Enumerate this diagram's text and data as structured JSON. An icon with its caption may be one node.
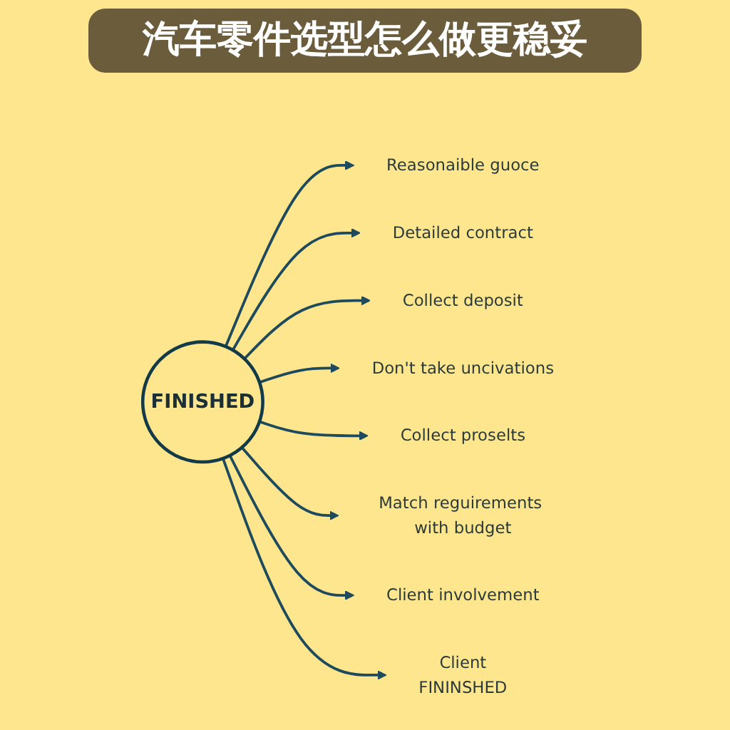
{
  "diagram": {
    "title": "汽车零件选型怎么做更稳妥",
    "nodes": [
      {
        "text": [
          "FINISHED"
        ]
      },
      {
        "text": [
          "Reasonaible guoce"
        ]
      },
      {
        "text": [
          "Detailed contract"
        ]
      },
      {
        "text": [
          "Collect deposit"
        ]
      },
      {
        "text": [
          "Don't take uncivations"
        ]
      },
      {
        "text": [
          "Collect proselts"
        ]
      },
      {
        "text": [
          "Match reguirements with budget"
        ]
      },
      {
        "text": [
          "Client involvement"
        ]
      },
      {
        "text": [
          "Client",
          "FININSHED"
        ]
      }
    ],
    "edges": [
      {
        "from": 0,
        "to": 1,
        "arrow": "to"
      },
      {
        "from": 0,
        "to": 2,
        "arrow": "to"
      },
      {
        "from": 0,
        "to": 3,
        "arrow": "to"
      },
      {
        "from": 0,
        "to": 4,
        "arrow": "to"
      },
      {
        "from": 0,
        "to": 5,
        "arrow": "to"
      },
      {
        "from": 0,
        "to": 6,
        "arrow": "to"
      },
      {
        "from": 0,
        "to": 7,
        "arrow": "to"
      },
      {
        "from": 0,
        "to": 8,
        "arrow": "to"
      }
    ]
  }
}
